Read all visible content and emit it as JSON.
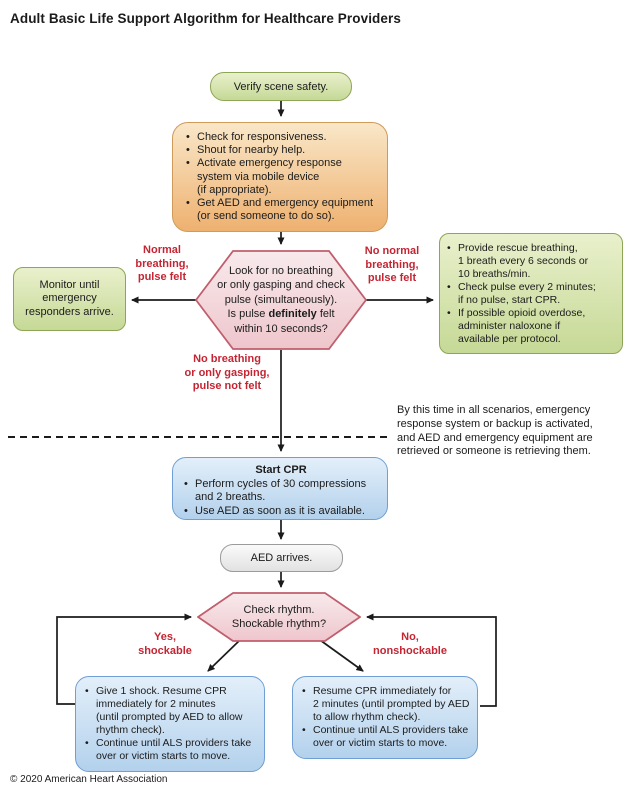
{
  "title": "Adult Basic Life Support Algorithm for Healthcare Providers",
  "colors": {
    "branch_label_red": "#c42533",
    "green_fill": "#c6d996",
    "green_border": "#8da556",
    "orange_fill": "#eeb170",
    "orange_border": "#d09a5b",
    "pink_fill": "#eec6cc",
    "pink_border": "#c05e6d",
    "blue_fill": "#b3d1ec",
    "blue_border": "#6f9fd4",
    "gray_fill": "#e2e2e2"
  },
  "nodes": {
    "verify_scene": {
      "text": "Verify scene safety."
    },
    "initial_assessment": {
      "bullets": [
        "Check for responsiveness.",
        "Shout for nearby help.",
        "Activate emergency response\nsystem via mobile device\n(if appropriate).",
        "Get AED and emergency equipment\n(or send someone to do so)."
      ]
    },
    "breathing_pulse_check": {
      "text_before_bold": "Look for no breathing\nor only gasping and check\npulse (simultaneously).\nIs pulse ",
      "bold_word": "definitely",
      "text_after_bold": " felt\nwithin 10 seconds?"
    },
    "monitor": {
      "text": "Monitor until\nemergency\nresponders arrive."
    },
    "rescue_breathing": {
      "bullets": [
        "Provide rescue breathing,\n1 breath every 6 seconds or\n10 breaths/min.",
        "Check pulse every 2 minutes;\nif no pulse, start CPR.",
        "If possible opioid overdose,\nadminister naloxone if\navailable per protocol."
      ]
    },
    "start_cpr": {
      "heading": "Start CPR",
      "bullets": [
        "Perform cycles of 30 compressions\nand 2 breaths.",
        "Use AED as soon as it is available."
      ]
    },
    "aed_arrives": {
      "text": "AED arrives."
    },
    "check_rhythm": {
      "text": "Check rhythm.\nShockable rhythm?"
    },
    "shockable": {
      "bullets": [
        "Give 1 shock. Resume CPR\nimmediately for 2 minutes\n(until prompted by AED to allow\nrhythm check).",
        "Continue until ALS providers take\nover or victim starts to move."
      ]
    },
    "nonshockable": {
      "bullets": [
        "Resume CPR immediately for\n2 minutes (until prompted by AED\nto allow rhythm check).",
        "Continue until ALS providers take\nover or victim starts to move."
      ]
    }
  },
  "branch_labels": {
    "normal_breathing": "Normal\nbreathing,\npulse felt",
    "no_normal_breathing": "No normal\nbreathing,\npulse felt",
    "no_breathing": "No breathing\nor only gasping,\npulse not felt",
    "yes_shockable": "Yes,\nshockable",
    "no_nonshockable": "No,\nnonshockable"
  },
  "note": "By this time in all scenarios, emergency\nresponse system or backup is activated,\nand AED and emergency equipment are\nretrieved or someone is retrieving them.",
  "footer": {
    "copyright": "© 2020 American Heart Association"
  }
}
